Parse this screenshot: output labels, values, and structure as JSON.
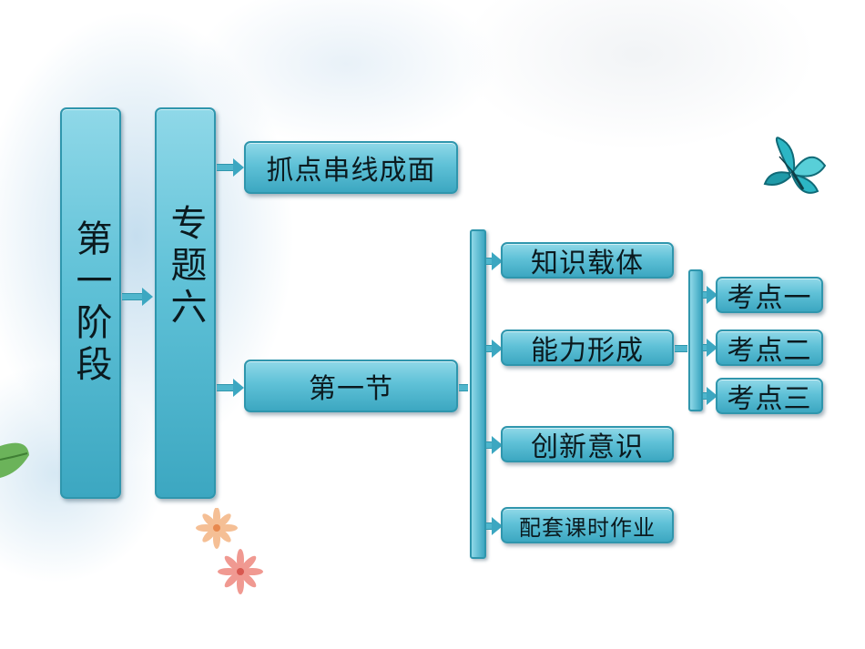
{
  "stage": {
    "label": "第一阶段"
  },
  "topic": {
    "label": "专题六"
  },
  "branch_a": {
    "label": "抓点串线成面"
  },
  "section": {
    "label": "第一节"
  },
  "parts": [
    {
      "label": "知识载体"
    },
    {
      "label": "能力形成"
    },
    {
      "label": "创新意识"
    },
    {
      "label": "配套课时作业"
    }
  ],
  "points": [
    {
      "label": "考点一"
    },
    {
      "label": "考点二"
    },
    {
      "label": "考点三"
    }
  ],
  "colors": {
    "box_fill": "#5fc1d7",
    "box_border": "#2f96ad",
    "butterfly": "#2cb6c4"
  },
  "icons": [
    "butterfly-icon",
    "flower-icon",
    "leaf-icon"
  ]
}
